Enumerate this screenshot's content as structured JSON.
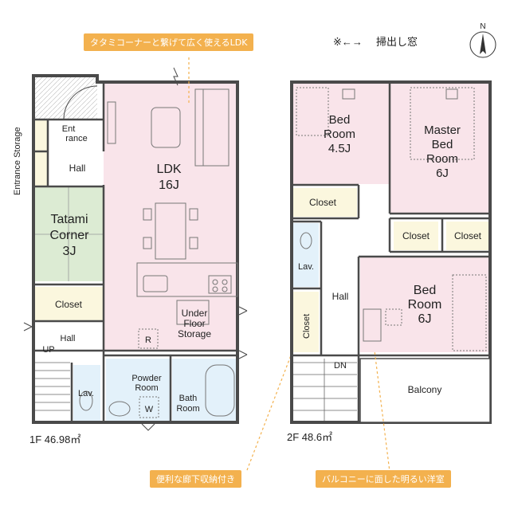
{
  "callouts": {
    "ldk": "タタミコーナーと繋げて広く使えるLDK",
    "storage": "便利な廊下収納付き",
    "balcony": "バルコニーに面した明るい洋室"
  },
  "legend": {
    "symbol": "※←→",
    "text": "掃出し窓"
  },
  "compass": {
    "north": "N"
  },
  "floor1": {
    "area_label": "1F 46.98㎡",
    "entrance_storage": "Entrance Storage",
    "entrance": [
      "Ent",
      "rance"
    ],
    "hall": "Hall",
    "hall2": "Hall",
    "up": "UP",
    "ldk": [
      "LDK",
      "16J"
    ],
    "tatami": [
      "Tatami",
      "Corner",
      "3J"
    ],
    "closet": "Closet",
    "under_floor": [
      "Under",
      "Floor",
      "Storage"
    ],
    "r": "R",
    "powder": [
      "Powder",
      "Room"
    ],
    "w": "W",
    "lav": "Lav.",
    "bath": [
      "Bath",
      "Room"
    ]
  },
  "floor2": {
    "area_label": "2F 48.6㎡",
    "bed1": [
      "Bed",
      "Room",
      "4.5J"
    ],
    "master": [
      "Master",
      "Bed",
      "Room",
      "6J"
    ],
    "closet_a": "Closet",
    "closet_b": "Closet",
    "closet_c": "Closet",
    "closet_v": "Closet",
    "lav": "Lav.",
    "hall": "Hall",
    "bed2": [
      "Bed",
      "Room",
      "6J"
    ],
    "dn": "DN",
    "balcony": "Balcony"
  },
  "colors": {
    "ldk_pink": "#f9e4ea",
    "tatami_green": "#dcebd3",
    "closet_yellow": "#fbf7de",
    "wet_blue": "#e3f1fa",
    "wall": "#4a4a4a",
    "callout_orange": "#f3b14e"
  }
}
